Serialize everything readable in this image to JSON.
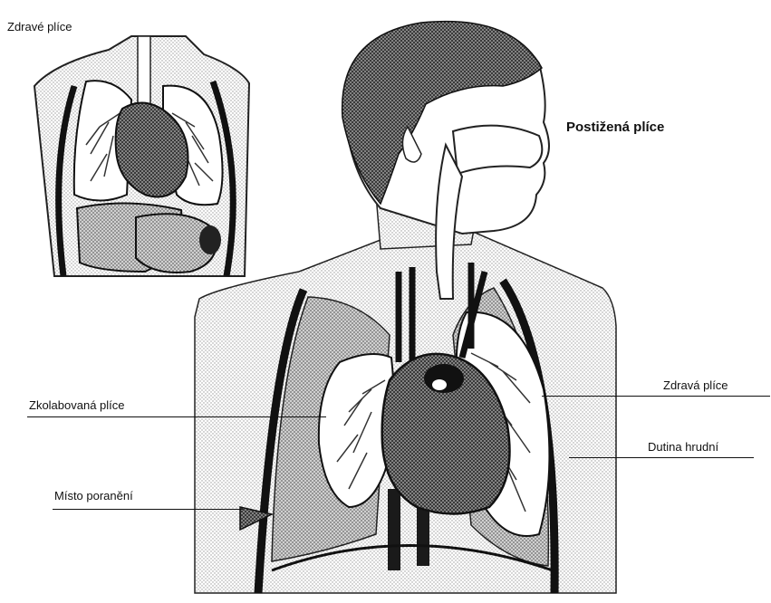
{
  "labels": {
    "healthy_lungs_inset": "Zdravé plíce",
    "affected_lung": "Postižená plíce",
    "collapsed_lung": "Zkolabovaná plíce",
    "injury_site": "Místo poranění",
    "healthy_lung": "Zdravá plíce",
    "chest_cavity": "Dutina hrudní"
  }
}
